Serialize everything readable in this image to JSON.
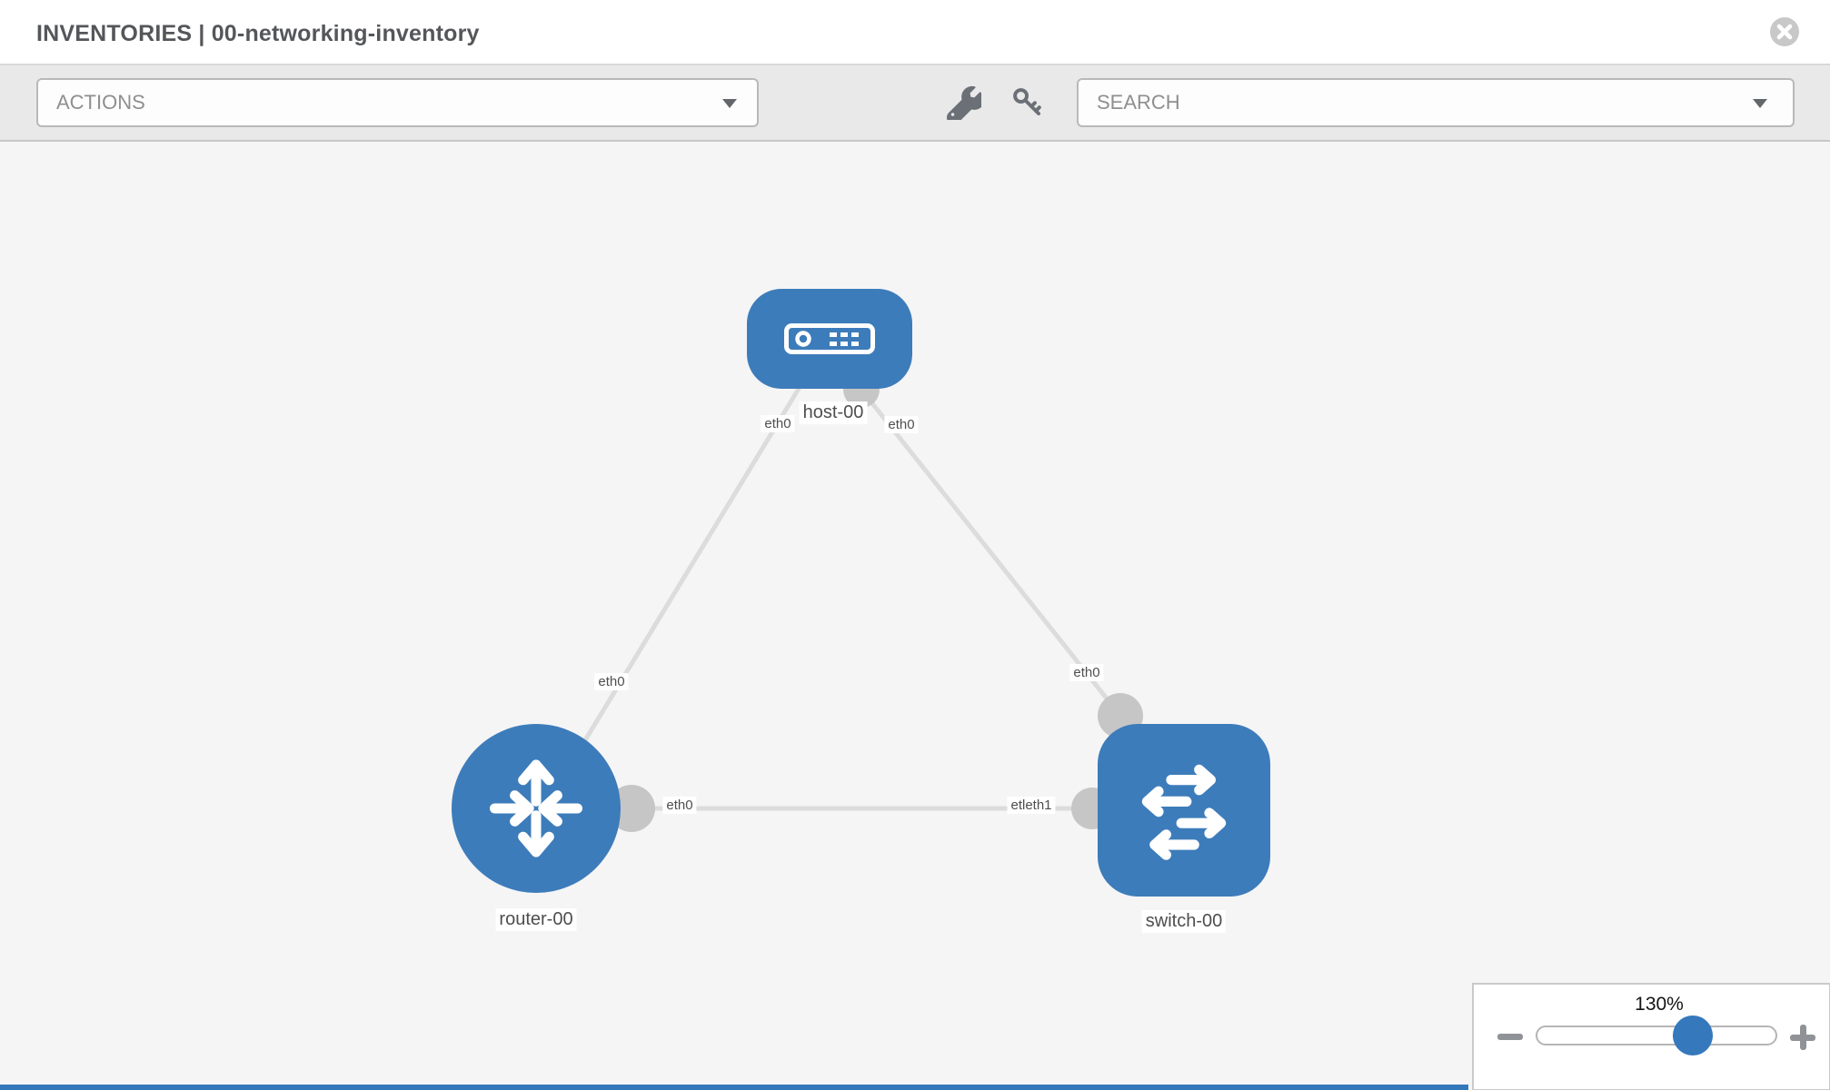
{
  "header": {
    "title": "INVENTORIES | 00-networking-inventory",
    "close_icon": "circle-x-icon"
  },
  "toolbar": {
    "actions_label": "ACTIONS",
    "search_placeholder": "SEARCH",
    "tools": [
      {
        "icon": "wrench-icon"
      },
      {
        "icon": "key-icon"
      }
    ]
  },
  "colors": {
    "node_blue": "#3d7cba",
    "slider_blue": "#3578bc",
    "link_gray": "#dcdcdc",
    "port_gray": "#c6c6c6",
    "toolbar_gray": "#e9e9ea",
    "canvas_gray": "#f5f5f6"
  },
  "topology": {
    "nodes": [
      {
        "id": "host-00",
        "label": "host-00",
        "type": "host",
        "icon": "host-icon"
      },
      {
        "id": "router-00",
        "label": "router-00",
        "type": "router",
        "icon": "router-icon"
      },
      {
        "id": "switch-00",
        "label": "switch-00",
        "type": "switch",
        "icon": "switch-icon"
      }
    ],
    "links": [
      {
        "from": "host-00",
        "to": "router-00"
      },
      {
        "from": "host-00",
        "to": "switch-00"
      },
      {
        "from": "router-00",
        "to": "switch-00"
      }
    ],
    "interface_labels": [
      {
        "text": "eth0"
      },
      {
        "text": "eth0"
      },
      {
        "text": "eth0"
      },
      {
        "text": "eth0"
      },
      {
        "text": "eth0"
      },
      {
        "text": "etleth1"
      }
    ]
  },
  "zoom_control": {
    "value": "130%"
  }
}
